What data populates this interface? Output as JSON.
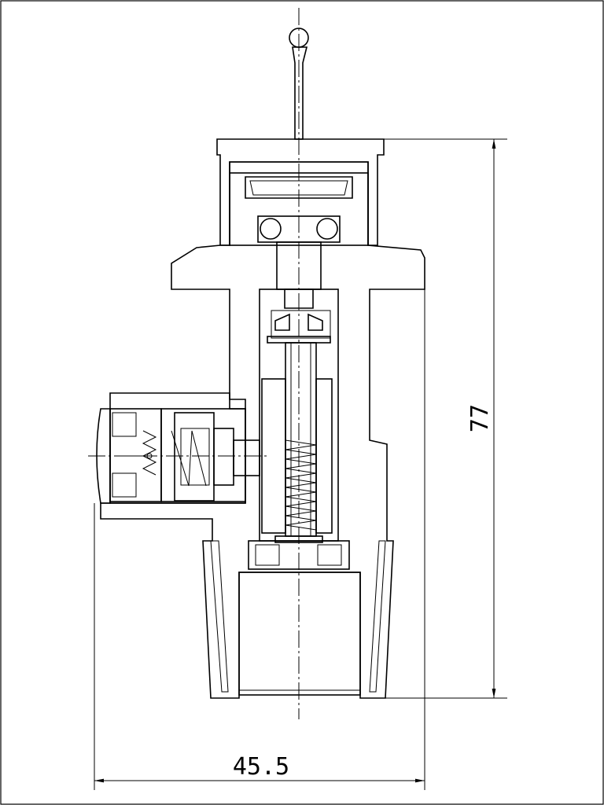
{
  "drawing": {
    "dimensions": {
      "height_value": "77",
      "width_value": "45.5"
    },
    "colors": {
      "line": "#000000",
      "background": "#ffffff"
    },
    "icons": {
      "arrow": "filled-arrowhead",
      "hatch": "diagonal-hatch",
      "crosshatch": "cross-hatch"
    }
  }
}
